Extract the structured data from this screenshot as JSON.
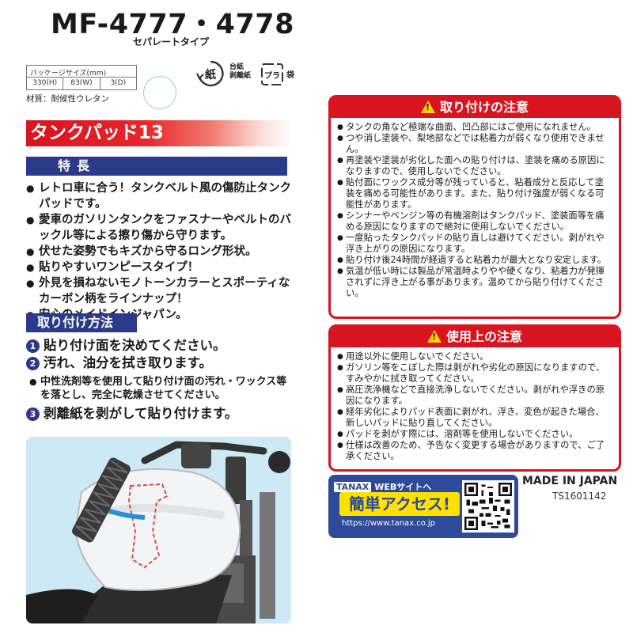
{
  "header": {
    "model": "MF-4777・4778",
    "subtitle": "セパレートタイプ"
  },
  "package": {
    "label": "パッケージサイズ(mm)",
    "height": "330(H)",
    "width": "83(W)",
    "depth": "3(D)",
    "material": "材質：耐候性ウレタン"
  },
  "recycle": {
    "shi_mark": "紙",
    "shi_label_1": "台紙",
    "shi_label_2": "剥離紙",
    "pla_mark": "プラ",
    "pla_label": "袋"
  },
  "product_name": "タンクパッド13",
  "features": {
    "title": "特長",
    "items": [
      "レトロ車に合う！タンクベルト風の傷防止タンクパッドです。",
      "愛車のガソリンタンクをファスナーやベルトのバックル等による擦り傷から守ります。",
      "伏せた姿勢でもキズから守るロング形状。",
      "貼りやすいワンピースタイプ！",
      "外見を損ねないモノトーンカラーとスポーティなカーボン柄をラインナップ！",
      "安心のメイドインジャパン。"
    ]
  },
  "mounting": {
    "title": "取り付け方法",
    "step1_num": "1",
    "step1": "貼り付け面を決めてください。",
    "step2_num": "2",
    "step2": "汚れ、油分を拭き取ります。",
    "note": "中性洗剤等を使用して貼り付け面の汚れ・ワックス等を落とし、完全に乾燥させてください。",
    "step3_num": "3",
    "step3": "剥離紙を剥がして貼り付けます。"
  },
  "caution_mount": {
    "title": "取り付けの注意",
    "items": [
      "タンクの角など極端な曲面、凹凸部にはご使用になれません。",
      "つや消し塗装や、梨地部などでは粘着力が弱くなり使用できません。",
      "再塗装や塗装が劣化した面への貼り付けは、塗装を痛める原因になりますので、使用しないでください。",
      "貼付面にワックス成分等が残っていると、粘着成分と反応して塗装を痛める可能性があります。また、貼り付け強度が弱くなる可能性があります。",
      "シンナーやベンジン等の有機溶剤はタンクパッド、塗装面等を痛める原因になりますので絶対に使用しないでください。",
      "一度貼ったタンクパッドの貼り直しは避けてください。剥がれや浮き上がりの原因になります。",
      "貼り付け後24時間が経過すると粘着力が最大となり安定します。",
      "気温が低い時には製品が常温時よりやや硬くなり、粘着力が発揮されずに浮き上がる事があります。温めてから貼り付けてください。"
    ]
  },
  "caution_use": {
    "title": "使用上の注意",
    "items": [
      "用途以外に使用しないでください。",
      "ガソリン等をこぼした際は剥がれや劣化の原因になりますので、すみやかに拭き取ってください。",
      "高圧洗浄機などで直接洗浄しないでください。剥がれや浮きの原因になります。",
      "経年劣化によりパッド表面に剥がれ、浮き、変色が起きた場合、新しいパッドに貼り直してください。",
      "パッドを剥がす際には、溶剤等を使用しないでください。",
      "仕様は改善のため、予告なく変更する場合がありますので、ご了承ください。"
    ]
  },
  "web": {
    "brand": "TANAX",
    "label": "WEBサイトへ",
    "cta": "簡単アクセス!",
    "url": "https://www.tanax.co.jp"
  },
  "footer": {
    "made_in": "MADE IN JAPAN",
    "code": "TS1601142"
  },
  "colors": {
    "red": "#d7141f",
    "navy": "#2b3a8a",
    "web_blue": "#2d4a9b",
    "yellow": "#ffe100",
    "illustration_bg": "#cde9f5"
  }
}
